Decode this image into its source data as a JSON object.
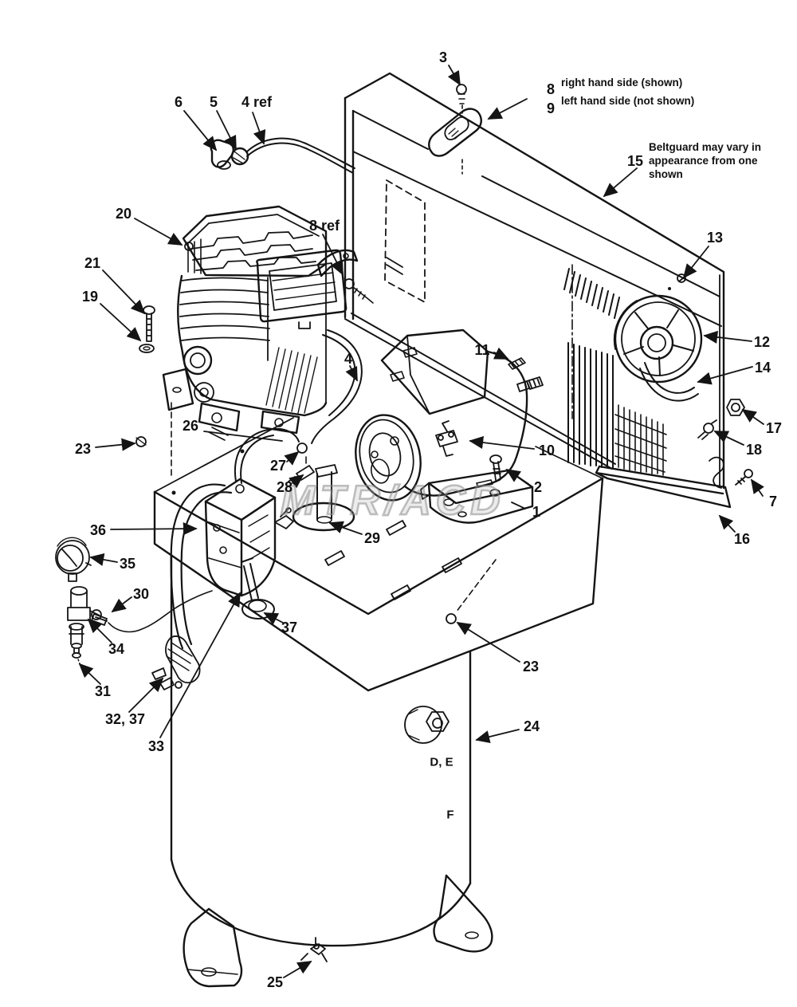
{
  "watermark": "MTR/ACD",
  "notes": {
    "right_hand": "right hand side (shown)",
    "left_hand": "left hand side (not shown)",
    "beltguard_line1": "Beltguard may vary in",
    "beltguard_line2": "appearance from one",
    "beltguard_line3": "shown"
  },
  "callouts": [
    {
      "label": "3"
    },
    {
      "label": "8"
    },
    {
      "label": "9"
    },
    {
      "label": "15"
    },
    {
      "label": "6"
    },
    {
      "label": "5"
    },
    {
      "label": "4 ref"
    },
    {
      "label": "20"
    },
    {
      "label": "21"
    },
    {
      "label": "19"
    },
    {
      "label": "8 ref"
    },
    {
      "label": "13"
    },
    {
      "label": "12"
    },
    {
      "label": "14"
    },
    {
      "label": "17"
    },
    {
      "label": "18"
    },
    {
      "label": "7"
    },
    {
      "label": "16"
    },
    {
      "label": "11"
    },
    {
      "label": "10"
    },
    {
      "label": "2"
    },
    {
      "label": "1"
    },
    {
      "label": "23"
    },
    {
      "label": "26"
    },
    {
      "label": "27"
    },
    {
      "label": "28"
    },
    {
      "label": "29"
    },
    {
      "label": "36"
    },
    {
      "label": "35"
    },
    {
      "label": "30"
    },
    {
      "label": "34"
    },
    {
      "label": "31"
    },
    {
      "label": "32, 37"
    },
    {
      "label": "33"
    },
    {
      "label": "37"
    },
    {
      "label": "23"
    },
    {
      "label": "24"
    },
    {
      "label": "D, E"
    },
    {
      "label": "F"
    },
    {
      "label": "25"
    },
    {
      "label": "4"
    }
  ]
}
